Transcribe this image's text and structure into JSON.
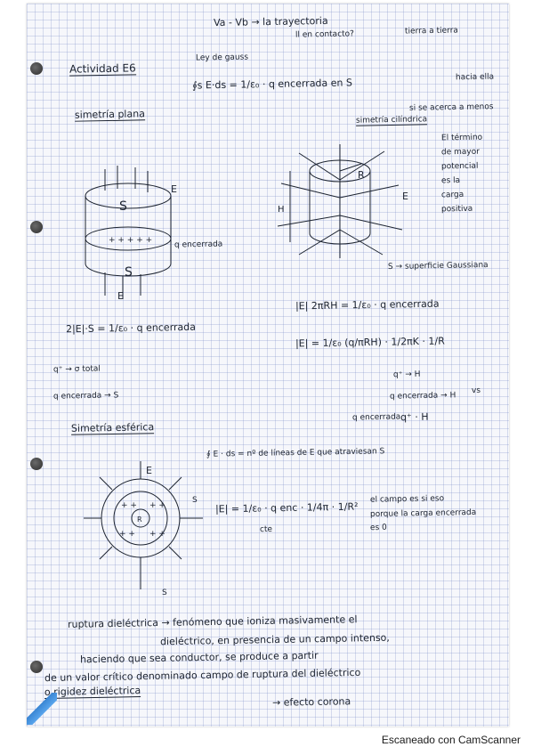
{
  "header": {
    "line1": "Va - Vb → la trayectoria",
    "line2": "ll en contacto?",
    "line3": "tierra a tierra"
  },
  "section1": {
    "title": "Actividad E6",
    "subtitle": "simetría plana",
    "gauss_heading": "Ley de gauss",
    "gauss_formula": "∮s E·ds = 1/ε₀ · q encerrada en S",
    "cylinder_label": "q encerrada",
    "formula_plane": "2|E|·S = 1/ε₀ · q encerrada",
    "note_q": "q⁺ → σ total",
    "note_s": "q encerrada → S"
  },
  "field_notes": {
    "arrow_note": "hacia ella",
    "arrow_note2": "si se acerca a menos",
    "sim_heading": "simetría cilíndrica",
    "side_note": [
      "El término",
      "de mayor",
      "potencial",
      "es la",
      "carga",
      "positiva"
    ],
    "surface_note": "S → superficie Gaussiana"
  },
  "cylindrical": {
    "formula1": "|E| 2πRH = 1/ε₀ · q encerrada",
    "formula2": "|E| = 1/ε₀ (q/πRH) · 1/2πK · 1/R",
    "note_q_h": "q⁺ → H",
    "note_enc": "q encerrada → H",
    "note_enc2": "q encerrada",
    "formula3": "q⁺ · H",
    "label_vs": "vs"
  },
  "spherical": {
    "title": "Simetría esférica",
    "flux": "∮ E · ds = nº de líneas de E que atraviesan S",
    "formula": "|E| = 1/ε₀ · q enc · 1/4π · 1/R²",
    "label_cte": "cte",
    "note": [
      "el campo es  si eso",
      "porque la carga encerrada",
      "es 0"
    ]
  },
  "conclusion": {
    "lines": [
      "ruptura dieléctrica → fenómeno que ioniza masivamente el",
      "dieléctrico, en presencia de un campo intenso,",
      "haciendo que sea conductor, se produce a partir",
      "de un valor crítico denominado campo de ruptura del dieléctrico",
      "o rigidez dieléctrica"
    ],
    "effect": "→ efecto corona"
  },
  "footer": {
    "text": "Escaneado con CamScanner"
  }
}
